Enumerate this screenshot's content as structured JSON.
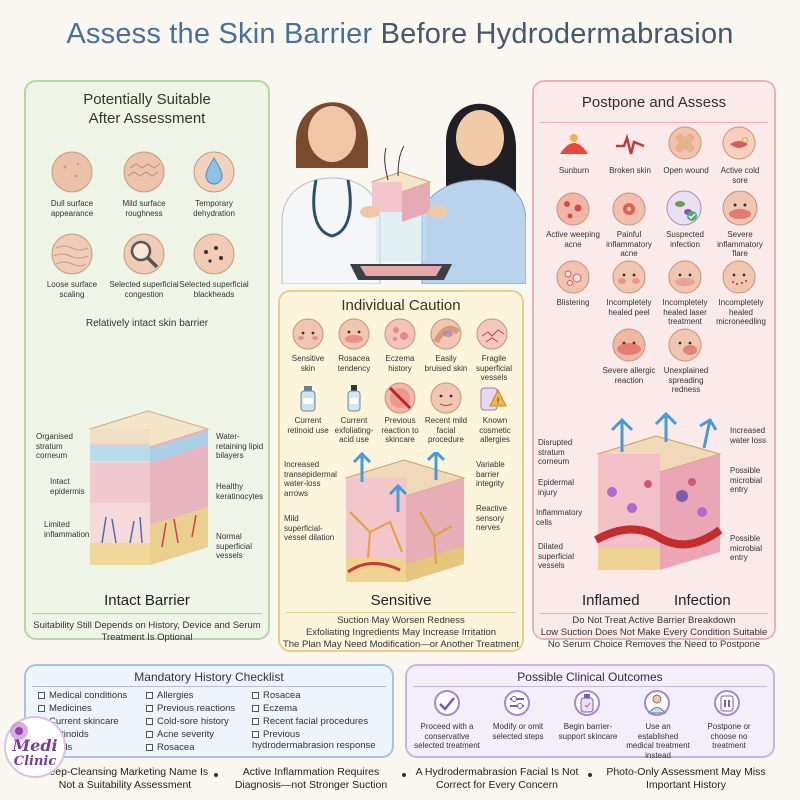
{
  "title": {
    "part1": "Assess the Skin Barrier",
    "part2": "Before Hydrodermabrasion"
  },
  "suitable": {
    "heading_line1": "Potentially Suitable",
    "heading_line2": "After Assessment",
    "items": [
      "Dull surface appearance",
      "Mild surface roughness",
      "Temporary dehydration",
      "Loose surface scaling",
      "Selected superficial congestion",
      "Selected superficial blackheads"
    ],
    "barrier_note": "Relatively intact skin barrier",
    "diagram_labels": [
      "Organised stratum corneum",
      "Intact epidermis",
      "Limited inflammation",
      "Water-retaining lipid bilayers",
      "Healthy keratinocytes",
      "Normal superficial vessels"
    ],
    "caption": "Intact Barrier",
    "footnote": "Suitability Still Depends on History, Device and Serum Treatment Is Optional"
  },
  "caution": {
    "heading": "Individual Caution",
    "items": [
      "Sensitive skin",
      "Rosacea tendency",
      "Eczema history",
      "Easily bruised skin",
      "Fragile superficial vessels",
      "Current retinoid use",
      "Current exfoliating-acid use",
      "Previous reaction to skincare",
      "Recent mild facial procedure",
      "Known cosmetic allergies"
    ],
    "diagram_labels": [
      "Increased transepidermal water-loss arrows",
      "Mild superficial-vessel dilation",
      "Variable barrier integrity",
      "Reactive sensory nerves"
    ],
    "caption": "Sensitive",
    "notes": [
      "Suction May Worsen Redness",
      "Exfoliating Ingredients May Increase Irritation",
      "The Plan May Need Modification—or Another Treatment"
    ]
  },
  "postpone": {
    "heading": "Postpone and Assess",
    "items": [
      "Sunburn",
      "Broken skin",
      "Open wound",
      "Active cold sore",
      "Active weeping acne",
      "Painful inflammatory acne",
      "Suspected infection",
      "Severe inflammatory flare",
      "Blistering",
      "Incompletely healed peel",
      "Incompletely healed laser treatment",
      "Incompletely healed microneedling",
      "Severe allergic reaction",
      "Unexplained spreading redness"
    ],
    "diagram_labels": [
      "Disrupted stratum corneum",
      "Epidermal injury",
      "Inflammatory cells",
      "Dilated superficial vessels",
      "Increased water loss",
      "Possible microbial entry",
      "Possible microbial entry"
    ],
    "caption_left": "Inflamed",
    "caption_right": "Infection",
    "notes": [
      "Do Not Treat Active Barrier Breakdown",
      "Low Suction Does Not Make Every Condition Suitable",
      "No Serum Choice Removes the Need to Postpone"
    ]
  },
  "history": {
    "heading": "Mandatory History Checklist",
    "col1": [
      "Medical conditions",
      "Medicines",
      "Current skincare",
      "Retinoids",
      "Acids"
    ],
    "col2": [
      "Allergies",
      "Previous reactions",
      "Cold-sore history",
      "Acne severity",
      "Rosacea"
    ],
    "col3": [
      "Rosacea",
      "Eczema",
      "Recent facial procedures",
      "Previous hydrodermabrasion response"
    ]
  },
  "outcomes": {
    "heading": "Possible Clinical Outcomes",
    "items": [
      "Proceed with a conservative selected treatment",
      "Modify or omit selected steps",
      "Begin barrier-support skincare",
      "Use an established medical treatment instead",
      "Postpone or choose no treatment"
    ]
  },
  "footer": [
    "Deep-Cleansing Marketing Name Is Not a Suitability Assessment",
    "Active Inflammation Requires Diagnosis—not Stronger Suction",
    "A Hydrodermabrasion Facial Is Not Correct for Every Concern",
    "Photo-Only Assessment May Miss Important History"
  ],
  "logo": {
    "line1": "Medi",
    "line2": "Clinic"
  },
  "colors": {
    "title_blue": "#4a6f98",
    "green_panel": "#eef5e6",
    "red_panel": "#fbeaea",
    "yellow_panel": "#fdf4dc",
    "history_panel": "#eef4fb",
    "outcome_panel": "#f3eefa"
  }
}
